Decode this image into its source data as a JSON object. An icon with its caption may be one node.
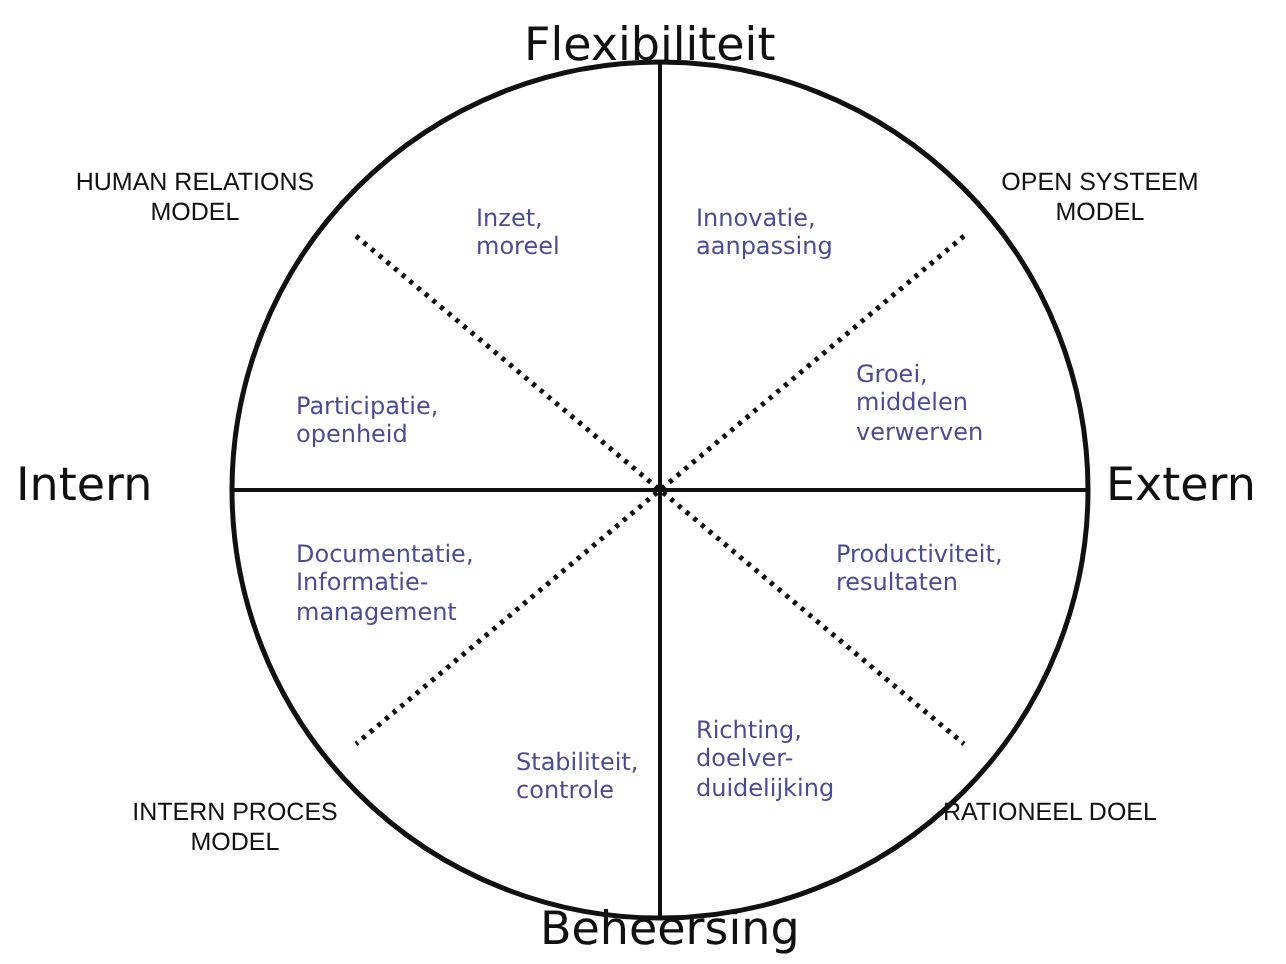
{
  "diagram": {
    "labels": [
      "Flexibiliteit",
      "HUMAN RELATIONS MODEL",
      "OPEN SYSTEEM MODEL",
      "Inzet, moreel",
      "Innovatie, aanpassing",
      "Participatie, openheid",
      "Groei, middelen verwerven",
      "Intern",
      "Extern",
      "Documentatie, Informatie-management",
      "Productiviteit, resultaten",
      "Stabiliteit, controle",
      "Richting, doelver-duidelijking",
      "INTERN PROCES MODEL",
      "RATIONEEL DOEL",
      "Beheersing"
    ]
  }
}
